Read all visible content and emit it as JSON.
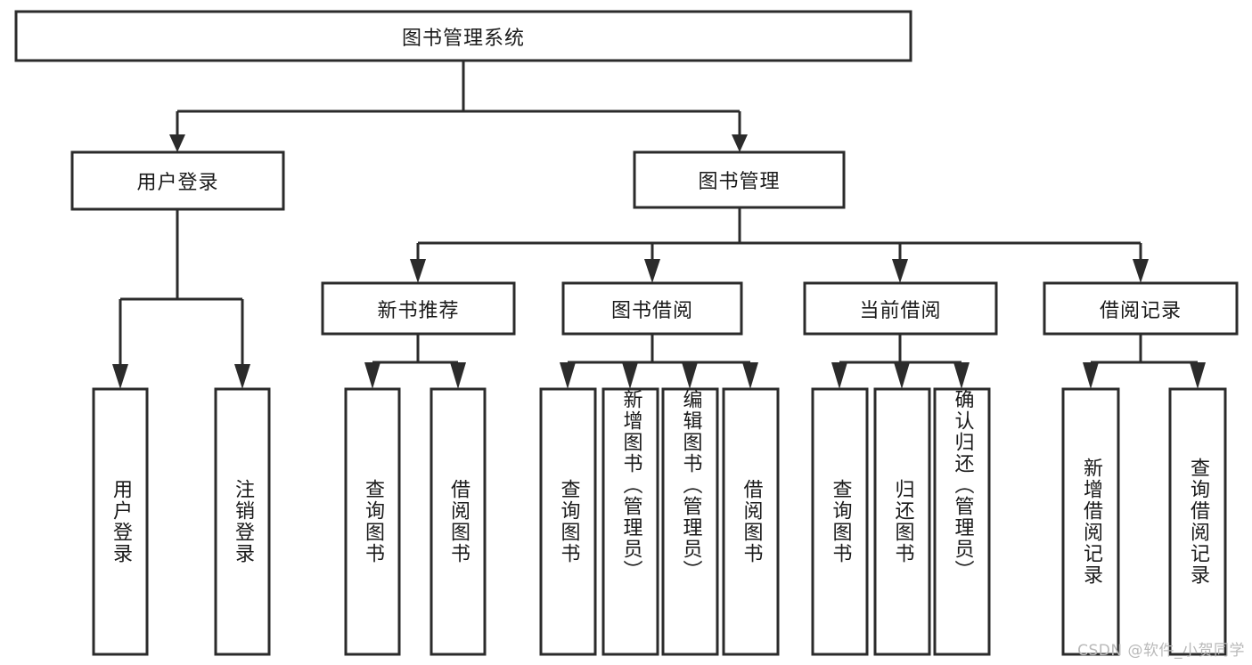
{
  "diagram": {
    "type": "tree-hierarchy",
    "title": "图书管理系统",
    "watermark": "CSDN @软件_小贺同学",
    "colors": {
      "stroke": "#2b2b2b",
      "fill": "#ffffff",
      "text": "#1a1a1a",
      "watermark": "#b9b9b9",
      "background": "#ffffff"
    },
    "root": {
      "label": "图书管理系统",
      "orientation": "horizontal"
    },
    "level1": [
      {
        "label": "用户登录",
        "orientation": "horizontal"
      },
      {
        "label": "图书管理",
        "orientation": "horizontal"
      }
    ],
    "level2": [
      {
        "label": "新书推荐",
        "orientation": "horizontal"
      },
      {
        "label": "图书借阅",
        "orientation": "horizontal"
      },
      {
        "label": "当前借阅",
        "orientation": "horizontal"
      },
      {
        "label": "借阅记录",
        "orientation": "horizontal"
      }
    ],
    "leaves": {
      "user_login": [
        {
          "label": "用户登录",
          "orientation": "vertical"
        },
        {
          "label": "注销登录",
          "orientation": "vertical"
        }
      ],
      "new_book_recommend": [
        {
          "label": "查询图书",
          "orientation": "vertical"
        },
        {
          "label": "借阅图书",
          "orientation": "vertical"
        }
      ],
      "book_borrow": [
        {
          "label": "查询图书",
          "orientation": "vertical"
        },
        {
          "label": "新增图书（管理员）",
          "orientation": "vertical"
        },
        {
          "label": "编辑图书（管理员）",
          "orientation": "vertical"
        },
        {
          "label": "借阅图书",
          "orientation": "vertical"
        }
      ],
      "current_borrow": [
        {
          "label": "查询图书",
          "orientation": "vertical"
        },
        {
          "label": "归还图书",
          "orientation": "vertical"
        },
        {
          "label": "确认归还（管理员）",
          "orientation": "vertical"
        }
      ],
      "borrow_record": [
        {
          "label": "新增借阅记录",
          "orientation": "vertical"
        },
        {
          "label": "查询借阅记录",
          "orientation": "vertical"
        }
      ]
    }
  }
}
